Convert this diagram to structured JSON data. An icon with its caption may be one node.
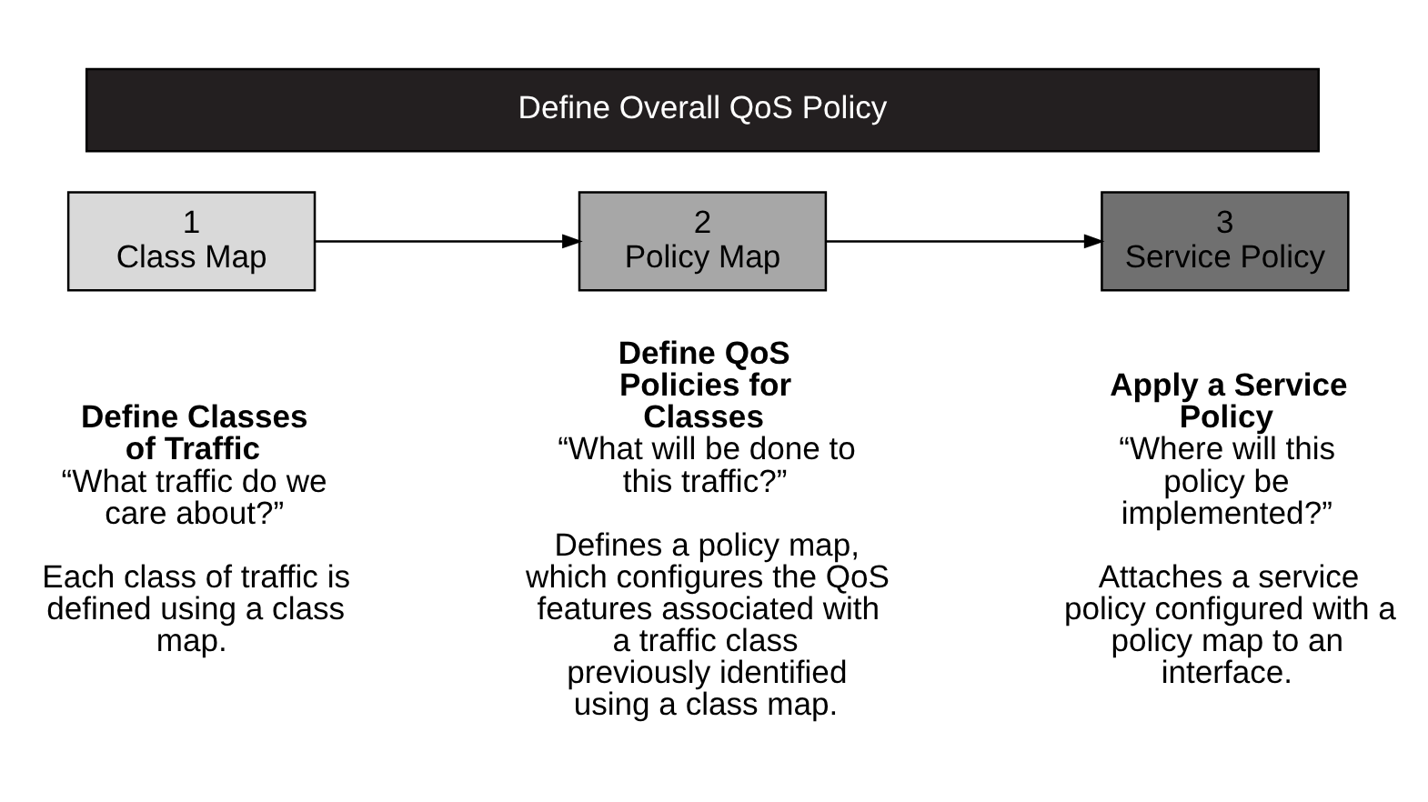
{
  "diagram": {
    "nodes": [
      {
        "text": [
          "Define Overall QoS Policy"
        ]
      },
      {
        "text": [
          "1",
          "Class Map"
        ],
        "beside": [
          "Define Classes of Traffic",
          "“What traffic do we care about?”",
          "Each class of traffic is defined using a class map."
        ]
      },
      {
        "text": [
          "2",
          "Policy Map"
        ],
        "beside": [
          "Define QoS Policies for Classes",
          "“What will be done to this traffic?”",
          "Defines a policy map, which configures the QoS features associated with a traffic class previously identified using a class map."
        ]
      },
      {
        "text": [
          "3",
          "Service Policy"
        ],
        "beside": [
          "Apply a Service Policy",
          "“Where will this policy be implemented?”",
          "Attaches a service policy configured with a policy map to an interface."
        ]
      }
    ],
    "edges": [
      {
        "from": 1,
        "to": 2,
        "arrow": "to"
      },
      {
        "from": 2,
        "to": 3,
        "arrow": "to"
      }
    ]
  }
}
